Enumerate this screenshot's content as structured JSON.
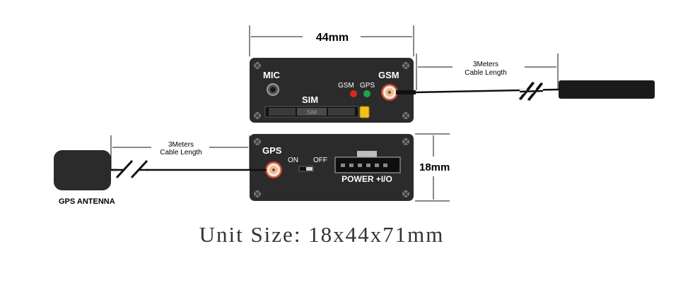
{
  "top_dimension": {
    "width_label": "44mm"
  },
  "front_panel": {
    "mic_label": "MIC",
    "gsm_label": "GSM",
    "led_gsm_label": "GSM",
    "led_gps_label": "GPS",
    "sim_label": "SIM",
    "sim_slot_label": "SIM"
  },
  "gsm_cable": {
    "length_line1": "3Meters",
    "length_line2": "Cable Length"
  },
  "back_panel": {
    "gps_label": "GPS",
    "on_label": "ON",
    "off_label": "OFF",
    "power_label": "POWER +I/O"
  },
  "gps_cable": {
    "length_line1": "3Meters",
    "length_line2": "Cable Length"
  },
  "gps_antenna": {
    "label": "GPS ANTENNA"
  },
  "height_dimension": {
    "label": "18mm"
  },
  "unit_size": {
    "text": "Unit Size: 18x44x71mm"
  },
  "colors": {
    "panel": "#2b2b2b",
    "led_gsm": "#d8291f",
    "led_gps": "#1aa64a",
    "sim_button": "#f2c21b",
    "connector_ring": "#c9462a"
  }
}
